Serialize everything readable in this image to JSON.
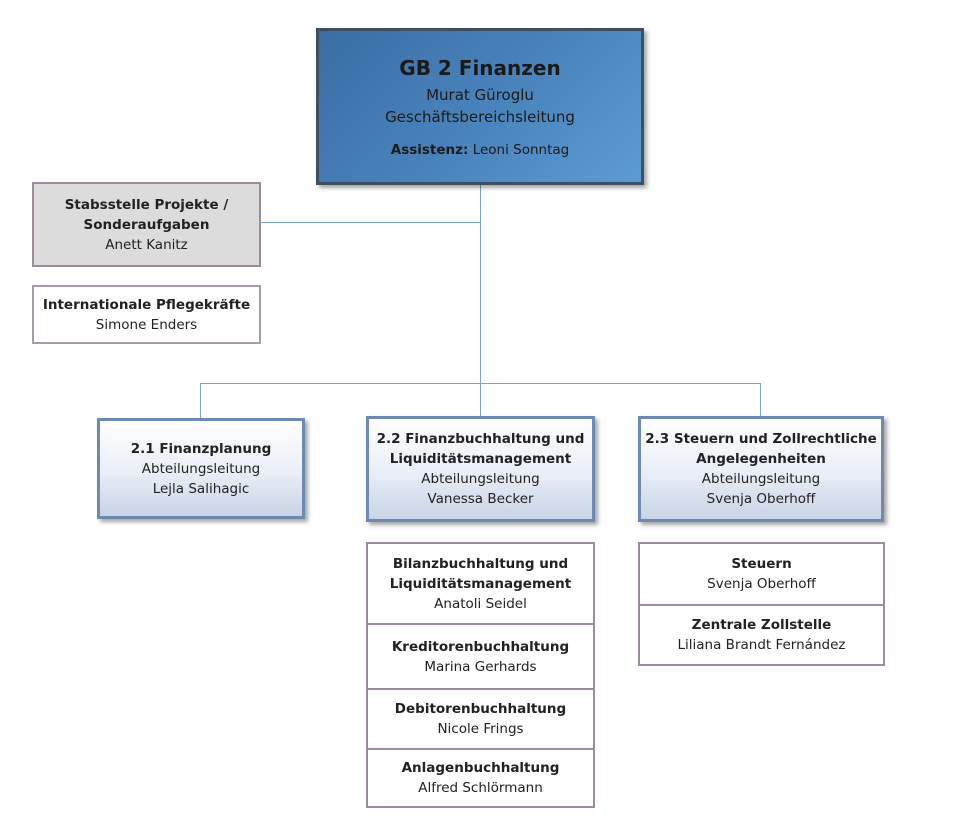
{
  "head": {
    "title": "GB 2 Finanzen",
    "name": "Murat Güroglu",
    "role": "Geschäftsbereichsleitung",
    "assist_label": "Assistenz:",
    "assist_name": " Leoni Sonntag"
  },
  "staff": [
    {
      "title_line1": "Stabsstelle Projekte /",
      "title_line2": "Sonderaufgaben",
      "name": "Anett Kanitz"
    },
    {
      "title": "Internationale Pflegekräfte",
      "name": "Simone Enders"
    }
  ],
  "departments": [
    {
      "title_line1": "2.1 Finanzplanung",
      "role": "Abteilungsleitung",
      "name": "Lejla Salihagic"
    },
    {
      "title_line1": "2.2 Finanzbuchhaltung und",
      "title_line2": "Liquiditätsmanagement",
      "role": "Abteilungsleitung",
      "name": "Vanessa Becker"
    },
    {
      "title_line1": "2.3 Steuern und Zollrechtliche",
      "title_line2": "Angelegenheiten",
      "role": "Abteilungsleitung",
      "name": "Svenja Oberhoff"
    }
  ],
  "units_22": [
    {
      "title_line1": "Bilanzbuchhaltung und",
      "title_line2": "Liquiditätsmanagement",
      "name": "Anatoli Seidel"
    },
    {
      "title": "Kreditorenbuchhaltung",
      "name": "Marina Gerhards"
    },
    {
      "title": "Debitorenbuchhaltung",
      "name": "Nicole Frings"
    },
    {
      "title": "Anlagenbuchhaltung",
      "name": "Alfred Schlörmann"
    }
  ],
  "units_23": [
    {
      "title": "Steuern",
      "name": "Svenja Oberhoff"
    },
    {
      "title": "Zentrale Zollstelle",
      "name": "Liliana Brandt Fernández"
    }
  ],
  "colors": {
    "head_fill": "#4a84bc",
    "connector": "#7aa6c8",
    "dept_border": "#6d8bb0",
    "unit_border": "#a08aa2",
    "staff_fill": "#dcdcdc"
  }
}
